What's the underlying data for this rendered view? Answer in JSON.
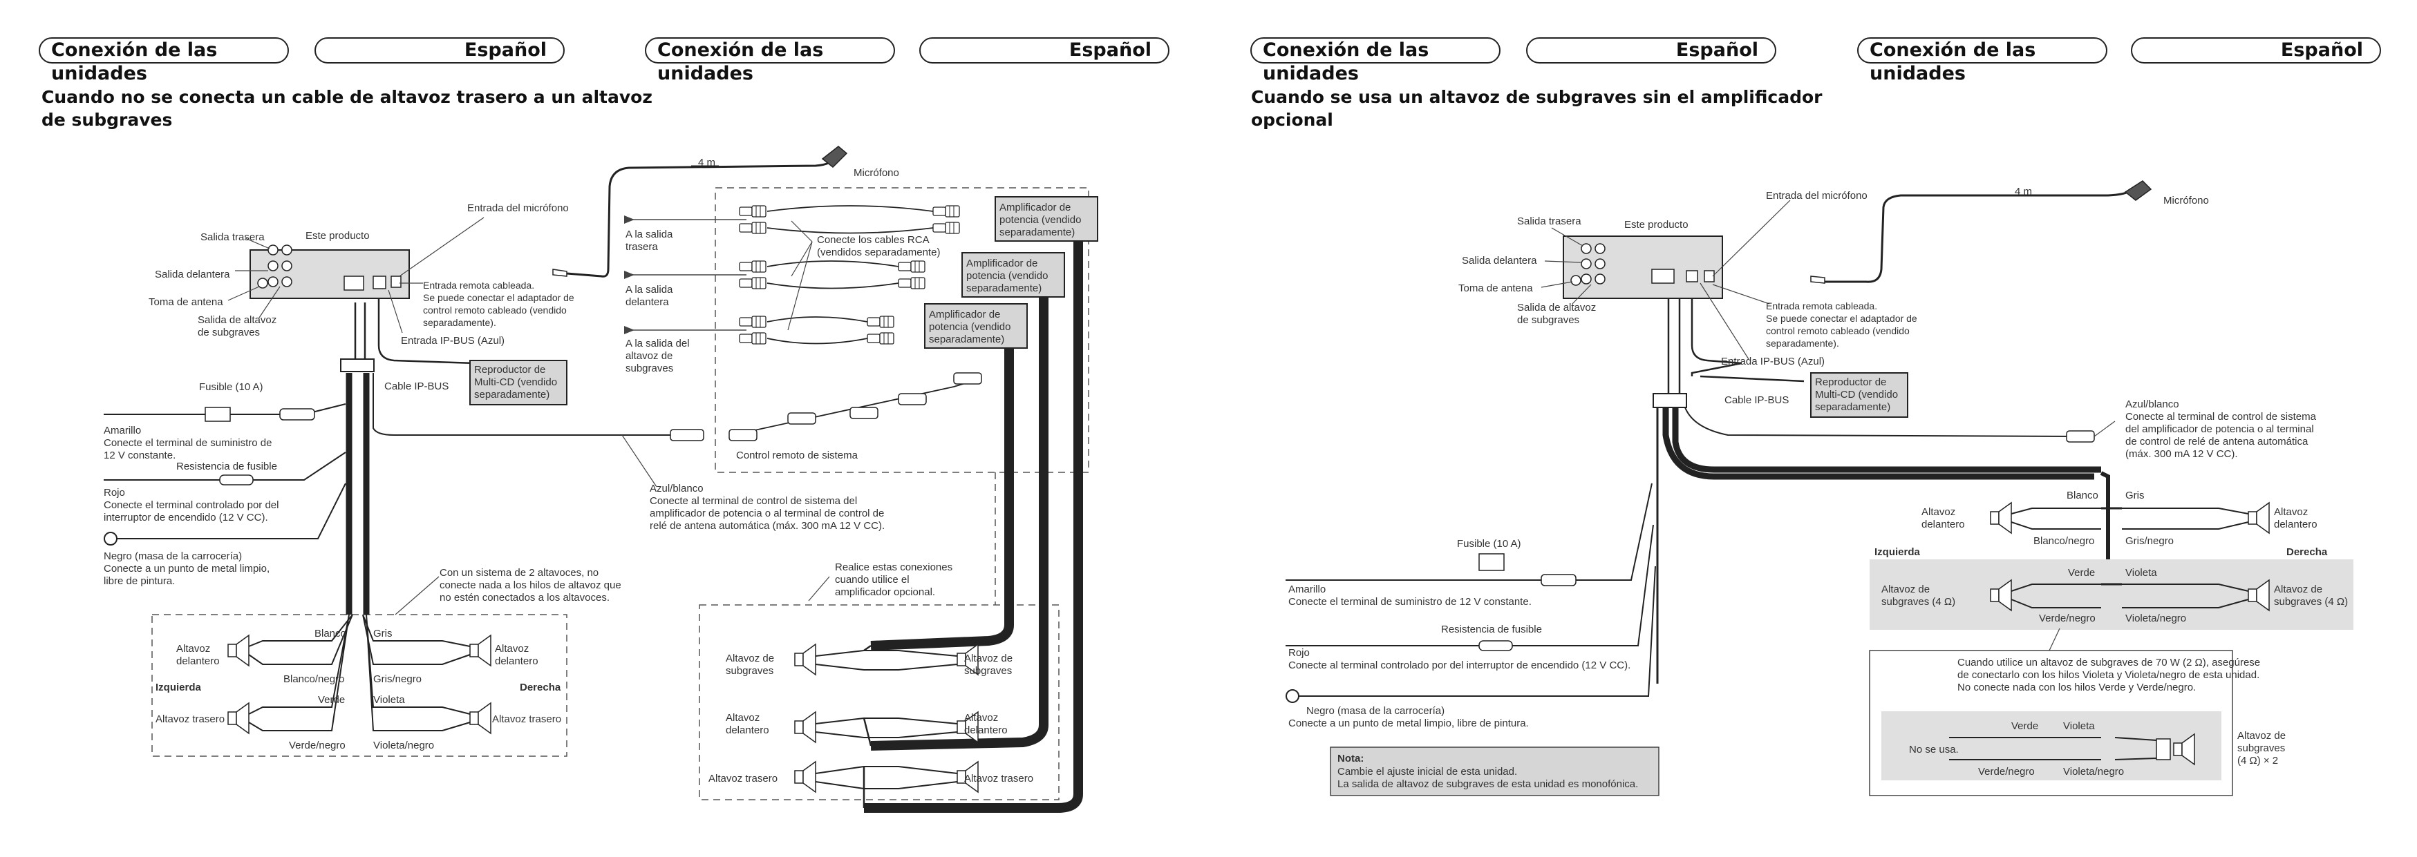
{
  "headers": {
    "title": "Conexión de las unidades",
    "language": "Español"
  },
  "left": {
    "heading_line1": "Cuando no se conecta un cable de altavoz trasero a un altavoz",
    "heading_line2": "de subgraves",
    "cable_length": "4 m",
    "microphone": "Micrófono",
    "mic_input": "Entrada del micrófono",
    "this_product": "Este producto",
    "rear_output": "Salida trasera",
    "front_output": "Salida delantera",
    "antenna_jack": "Toma de antena",
    "subwoofer_output_1": "Salida de altavoz",
    "subwoofer_output_2": "de subgraves",
    "wired_remote_1": "Entrada remota cableada.",
    "wired_remote_2": "Se puede conectar el adaptador de",
    "wired_remote_3": "control remoto cableado (vendido",
    "wired_remote_4": "separadamente).",
    "ipbus_input": "Entrada IP-BUS (Azul)",
    "ipbus_cable": "Cable IP-BUS",
    "cd_player_1": "Reproductor de",
    "cd_player_2": "Multi-CD (vendido",
    "cd_player_3": "separadamente)",
    "to_rear_1": "A la salida",
    "to_rear_2": "trasera",
    "to_front_1": "A la salida",
    "to_front_2": "delantera",
    "to_sub_1": "A la salida del",
    "to_sub_2": "altavoz de",
    "to_sub_3": "subgraves",
    "rca_1": "Conecte los cables RCA",
    "rca_2": "(vendidos separadamente)",
    "amp_1": "Amplificador de",
    "amp_2": "potencia (vendido",
    "amp_3": "separadamente)",
    "fuse": "Fusible (10 A)",
    "yellow": "Amarillo",
    "yellow_desc_1": "Conecte el terminal de suministro de",
    "yellow_desc_2": "12 V constante.",
    "fuse_resistor": "Resistencia de fusible",
    "red": "Rojo",
    "red_desc_1": "Conecte el terminal controlado por del",
    "red_desc_2": "interruptor de encendido (12 V CC).",
    "black": "Negro (masa de la carrocería)",
    "black_desc_1": "Conecte a un punto de metal limpio,",
    "black_desc_2": "libre de pintura.",
    "system_remote": "Control remoto de sistema",
    "blue_white": "Azul/blanco",
    "blue_white_desc_1": "Conecte al terminal de control de sistema del",
    "blue_white_desc_2": "amplificador de potencia o al terminal de control de",
    "blue_white_desc_3": "relé de antena automática (máx. 300 mA 12 V CC).",
    "two_speaker_1": "Con un sistema de 2 altavoces, no",
    "two_speaker_2": "conecte nada a los hilos de altavoz que",
    "two_speaker_3": "no estén conectados a los altavoces.",
    "amp_note_1": "Realice estas conexiones",
    "amp_note_2": "cuando utilice el",
    "amp_note_3": "amplificador opcional.",
    "front_speaker_1": "Altavoz",
    "front_speaker_2": "delantero",
    "rear_speaker": "Altavoz trasero",
    "subwoofer_1": "Altavoz de",
    "subwoofer_2": "subgraves",
    "left_side": "Izquierda",
    "right_side": "Derecha",
    "white": "Blanco",
    "white_black": "Blanco/negro",
    "gray": "Gris",
    "gray_black": "Gris/negro",
    "green": "Verde",
    "green_black": "Verde/negro",
    "violet": "Violeta",
    "violet_black": "Violeta/negro"
  },
  "right": {
    "heading_line1": "Cuando se usa un altavoz de subgraves sin el amplificador",
    "heading_line2": "opcional",
    "sub_speaker_1": "Altavoz de",
    "sub_speaker_2": "subgraves (4 Ω)",
    "blue_white_desc_1": "Conecte al terminal de control de sistema",
    "blue_white_desc_2": "del amplificador de potencia o al terminal",
    "blue_white_desc_3": "de control de relé de antena automática",
    "blue_white_desc_4": "(máx. 300 mA 12 V CC).",
    "yellow_desc": "Conecte el terminal de suministro de 12 V constante.",
    "red_desc": "Conecte al terminal controlado por del interruptor de encendido (12 V CC).",
    "black_desc": "Conecte a un punto de metal limpio, libre de pintura.",
    "note_title": "Nota:",
    "note_1": "Cambie el ajuste inicial de esta unidad.",
    "note_2": "La salida de altavoz de subgraves de esta unidad es monofónica.",
    "sw70_1": "Cuando utilice un altavoz de subgraves de 70 W (2 Ω), asegúrese",
    "sw70_2": "de conectarlo con los hilos Violeta y Violeta/negro de esta unidad.",
    "sw70_3": "No conecte nada con los hilos Verde y Verde/negro.",
    "not_used": "No se usa.",
    "sub_x2_1": "Altavoz de",
    "sub_x2_2": "subgraves",
    "sub_x2_3": "(4 Ω) × 2"
  },
  "colors": {
    "ink": "#222222",
    "box_fill": "#d6d6d6",
    "shade": "#e0e0e0"
  }
}
